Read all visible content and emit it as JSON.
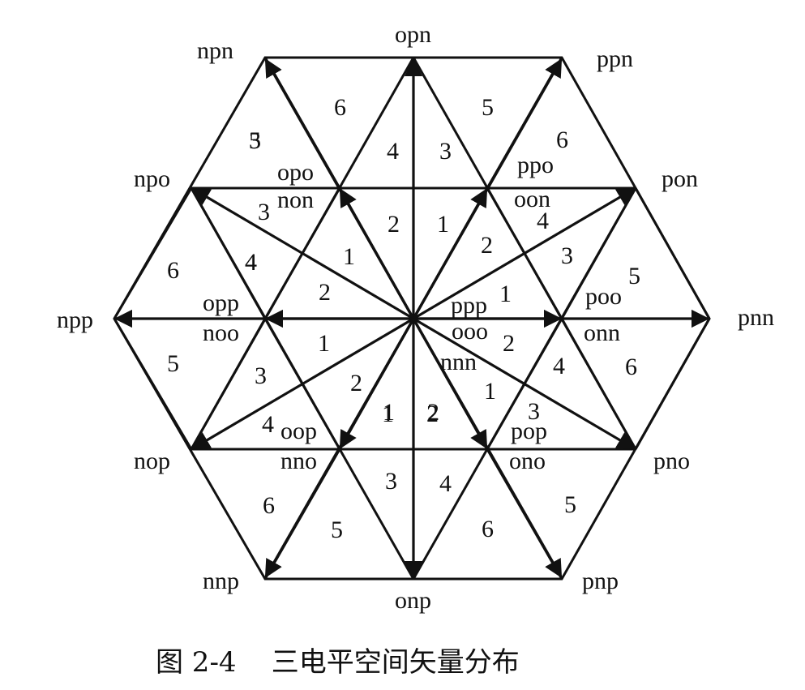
{
  "figure": {
    "caption": "图 2-4    三电平空间矢量分布",
    "large_vectors": [
      {
        "id": "pnn",
        "label": "pnn"
      },
      {
        "id": "ppn",
        "label": "ppn"
      },
      {
        "id": "npn",
        "label": "npn"
      },
      {
        "id": "npp",
        "label": "npp"
      },
      {
        "id": "nnp",
        "label": "nnp"
      },
      {
        "id": "pnp",
        "label": "pnp"
      }
    ],
    "medium_vectors": [
      {
        "id": "pon",
        "label": "pon"
      },
      {
        "id": "opn",
        "label": "opn"
      },
      {
        "id": "npo",
        "label": "npo"
      },
      {
        "id": "nop",
        "label": "nop"
      },
      {
        "id": "onp",
        "label": "onp"
      },
      {
        "id": "pno",
        "label": "pno"
      }
    ],
    "small_vectors": [
      {
        "id": "poo-onn",
        "upper": "poo",
        "lower": "onn"
      },
      {
        "id": "ppo-oon",
        "upper": "ppo",
        "lower": "oon"
      },
      {
        "id": "opo-non",
        "upper": "opo",
        "lower": "non"
      },
      {
        "id": "opp-noo",
        "upper": "opp",
        "lower": "noo"
      },
      {
        "id": "oop-nno",
        "upper": "oop",
        "lower": "nno"
      },
      {
        "id": "pop-ono",
        "upper": "pop",
        "lower": "ono"
      }
    ],
    "zero_vectors": [
      "ppp",
      "ooo",
      "nnn"
    ],
    "region_numbers": [
      "6",
      "5",
      "5",
      "6",
      "4",
      "3",
      "3",
      "4",
      "2",
      "1",
      "1",
      "2",
      "6",
      "5",
      "1",
      "3",
      "4",
      "2",
      "1",
      "2",
      "3",
      "4",
      "6",
      "5",
      "1",
      "2",
      "1",
      "2",
      "4",
      "3",
      "4",
      "3",
      "2",
      "1",
      "6",
      "5",
      "5",
      "6",
      "3",
      "4"
    ]
  }
}
